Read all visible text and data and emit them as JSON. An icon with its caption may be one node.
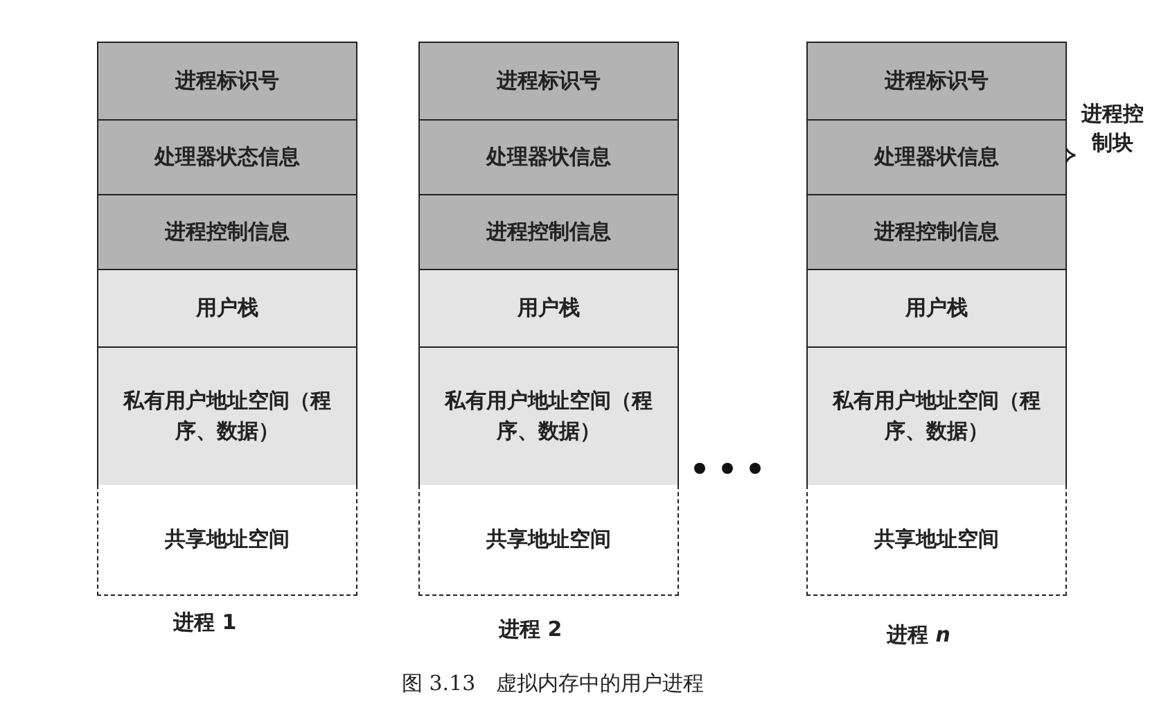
{
  "diagram": {
    "caption": "图 3.13　虚拟内存中的用户进程",
    "nodes": [
      {
        "text": [
          "进程标识号"
        ]
      },
      {
        "text": [
          "处理器状态信息"
        ]
      },
      {
        "text": [
          "进程控制信息"
        ]
      },
      {
        "text": [
          "用户栈"
        ]
      },
      {
        "text": [
          "私有用户地址空间（程序、数据）"
        ]
      },
      {
        "text": [
          "共享地址空间"
        ]
      },
      {
        "text": [
          "进程标识号"
        ]
      },
      {
        "text": [
          "处理器状信息"
        ]
      },
      {
        "text": [
          "进程控制信息"
        ]
      },
      {
        "text": [
          "用户栈"
        ]
      },
      {
        "text": [
          "私有用户地址空间（程序、数据）"
        ]
      },
      {
        "text": [
          "共享地址空间"
        ]
      },
      {
        "text": [
          "进程标识号"
        ]
      },
      {
        "text": [
          "处理器状信息"
        ]
      },
      {
        "text": [
          "进程控制信息"
        ]
      },
      {
        "text": [
          "用户栈"
        ]
      },
      {
        "text": [
          "私有用户地址空间（程序、数据）"
        ]
      },
      {
        "text": [
          "共享地址空间"
        ]
      }
    ],
    "labels": [
      "进程 1",
      "进程 2",
      "进程控制块",
      "进程 *n*"
    ]
  }
}
